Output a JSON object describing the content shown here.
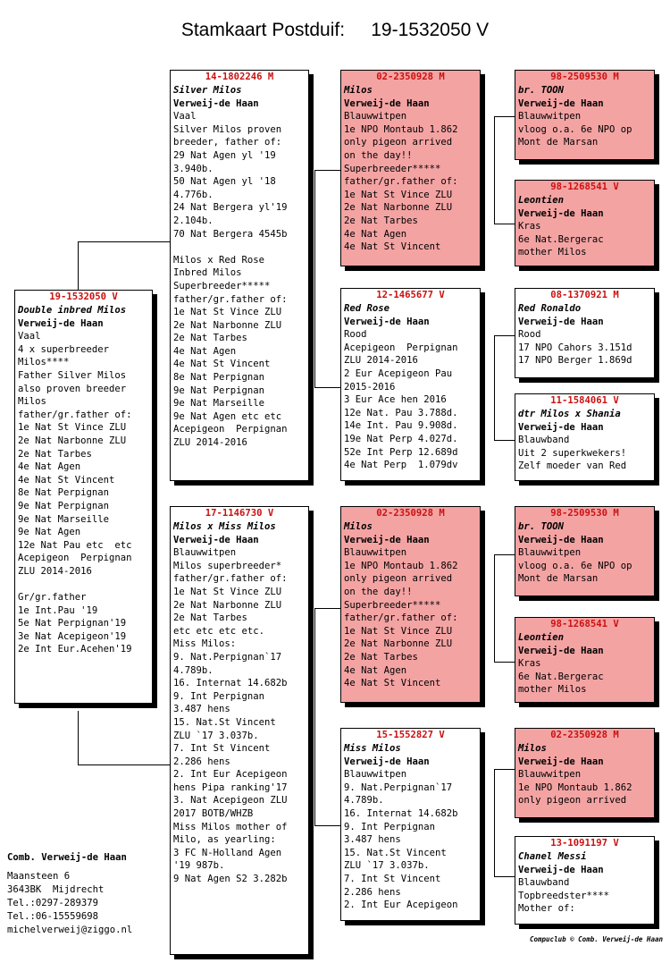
{
  "title": "Stamkaart Postduif:     19-1532050 V",
  "cards": {
    "c0": {
      "ring": "19-1532050 V",
      "name": "Double inbred Milos",
      "breeder": "Verweij-de Haan",
      "pink": false,
      "lines": [
        "Vaal",
        "4 x superbreeder",
        "Milos****",
        "Father Silver Milos",
        "also proven breeder",
        "Milos",
        "father/gr.father of:",
        "1e Nat St Vince ZLU",
        "2e Nat Narbonne ZLU",
        "2e Nat Tarbes",
        "4e Nat Agen",
        "4e Nat St Vincent",
        "8e Nat Perpignan",
        "9e Nat Perpignan",
        "9e Nat Marseille",
        "9e Nat Agen",
        "12e Nat Pau etc  etc",
        "Acepigeon  Perpignan",
        "ZLU 2014-2016",
        "",
        "Gr/gr.father",
        "1e Int.Pau '19",
        "5e Nat Perpignan'19",
        "3e Nat Acepigeon'19",
        "2e Int Eur.Acehen'19"
      ]
    },
    "c1": {
      "ring": "14-1802246 M",
      "name": "Silver Milos",
      "breeder": "Verweij-de Haan",
      "pink": false,
      "lines": [
        "Vaal",
        "Silver Milos proven",
        "breeder, father of:",
        "29 Nat Agen yl '19",
        "3.940b.",
        "50 Nat Agen yl '18",
        "4.776b.",
        "24 Nat Bergera yl'19",
        "2.104b.",
        "70 Nat Bergera 4545b",
        "",
        "Milos x Red Rose",
        "Inbred Milos",
        "Superbreeder*****",
        "father/gr.father of:",
        "1e Nat St Vince ZLU",
        "2e Nat Narbonne ZLU",
        "2e Nat Tarbes",
        "4e Nat Agen",
        "4e Nat St Vincent",
        "8e Nat Perpignan",
        "9e Nat Perpignan",
        "9e Nat Marseille",
        "9e Nat Agen etc etc",
        "Acepigeon  Perpignan",
        "ZLU 2014-2016"
      ]
    },
    "c2": {
      "ring": "17-1146730 V",
      "name": "Milos x Miss Milos",
      "breeder": "Verweij-de Haan",
      "pink": false,
      "lines": [
        "Blauwwitpen",
        "Milos superbreeder*",
        "father/gr.father of:",
        "1e Nat St Vince ZLU",
        "2e Nat Narbonne ZLU",
        "2e Nat Tarbes",
        "etc etc etc etc.",
        "Miss Milos:",
        "9. Nat.Perpignan`17",
        "4.789b.",
        "16. Internat 14.682b",
        "9. Int Perpignan",
        "3.487 hens",
        "15. Nat.St Vincent",
        "ZLU `17 3.037b.",
        "7. Int St Vincent",
        "2.286 hens",
        "2. Int Eur Acepigeon",
        "hens Pipa ranking'17",
        "3. Nat Acepigeon ZLU",
        "2017 BOTB/WHZB",
        "Miss Milos mother of",
        "Milo, as yearling:",
        "3 FC N-Holland Agen",
        "'19 987b.",
        "9 Nat Agen S2 3.282b"
      ]
    },
    "c3": {
      "ring": "02-2350928 M",
      "name": "Milos",
      "breeder": "Verweij-de Haan",
      "pink": true,
      "lines": [
        "Blauwwitpen",
        "1e NPO Montaub 1.862",
        "only pigeon arrived",
        "on the day!!",
        "Superbreeder*****",
        "father/gr.father of:",
        "1e Nat St Vince ZLU",
        "2e Nat Narbonne ZLU",
        "2e Nat Tarbes",
        "4e Nat Agen",
        "4e Nat St Vincent"
      ]
    },
    "c4": {
      "ring": "12-1465677 V",
      "name": "Red Rose",
      "breeder": "Verweij-de Haan",
      "pink": false,
      "lines": [
        "Rood",
        "Acepigeon  Perpignan",
        "ZLU 2014-2016",
        "2 Eur Acepigeon Pau",
        "2015-2016",
        "3 Eur Ace hen 2016",
        "12e Nat. Pau 3.788d.",
        "14e Int. Pau 9.908d.",
        "19e Nat Perp 4.027d.",
        "52e Int Perp 12.689d",
        "4e Nat Perp  1.079dv"
      ]
    },
    "c5": {
      "ring": "02-2350928 M",
      "name": "Milos",
      "breeder": "Verweij-de Haan",
      "pink": true,
      "lines": [
        "Blauwwitpen",
        "1e NPO Montaub 1.862",
        "only pigeon arrived",
        "on the day!!",
        "Superbreeder*****",
        "father/gr.father of:",
        "1e Nat St Vince ZLU",
        "2e Nat Narbonne ZLU",
        "2e Nat Tarbes",
        "4e Nat Agen",
        "4e Nat St Vincent"
      ]
    },
    "c6": {
      "ring": "15-1552827 V",
      "name": "Miss Milos",
      "breeder": "Verweij-de Haan",
      "pink": false,
      "lines": [
        "Blauwwitpen",
        "9. Nat.Perpignan`17",
        "4.789b.",
        "16. Internat 14.682b",
        "9. Int Perpignan",
        "3.487 hens",
        "15. Nat.St Vincent",
        "ZLU `17 3.037b.",
        "7. Int St Vincent",
        "2.286 hens",
        "2. Int Eur Acepigeon"
      ]
    },
    "c7": {
      "ring": "98-2509530 M",
      "name": "br. TOON",
      "breeder": "Verweij-de Haan",
      "pink": true,
      "lines": [
        "Blauwwitpen",
        "vloog o.a. 6e NPO op",
        "Mont de Marsan"
      ]
    },
    "c8": {
      "ring": "98-1268541 V",
      "name": "Leontien",
      "breeder": "Verweij-de Haan",
      "pink": true,
      "lines": [
        "Kras",
        "6e Nat.Bergerac",
        "mother Milos"
      ]
    },
    "c9": {
      "ring": "08-1370921 M",
      "name": "Red Ronaldo",
      "breeder": "Verweij-de Haan",
      "pink": false,
      "lines": [
        "Rood",
        "17 NPO Cahors 3.151d",
        "17 NPO Berger 1.869d"
      ]
    },
    "c10": {
      "ring": "11-1584061 V",
      "name": "dtr Milos x Shania",
      "breeder": "Verweij-de Haan",
      "pink": false,
      "lines": [
        "Blauwband",
        "Uit 2 superkwekers!",
        "Zelf moeder van Red"
      ]
    },
    "c11": {
      "ring": "98-2509530 M",
      "name": "br. TOON",
      "breeder": "Verweij-de Haan",
      "pink": true,
      "lines": [
        "Blauwwitpen",
        "vloog o.a. 6e NPO op",
        "Mont de Marsan"
      ]
    },
    "c12": {
      "ring": "98-1268541 V",
      "name": "Leontien",
      "breeder": "Verweij-de Haan",
      "pink": true,
      "lines": [
        "Kras",
        "6e Nat.Bergerac",
        "mother Milos"
      ]
    },
    "c13": {
      "ring": "02-2350928 M",
      "name": "Milos",
      "breeder": "Verweij-de Haan",
      "pink": true,
      "lines": [
        "Blauwwitpen",
        "1e NPO Montaub 1.862",
        "only pigeon arrived"
      ]
    },
    "c14": {
      "ring": "13-1091197 V",
      "name": "Chanel Messi",
      "breeder": "Verweij-de Haan",
      "pink": false,
      "lines": [
        "Blauwband",
        "Topbreedster****",
        "Mother of:"
      ]
    }
  },
  "owner": {
    "name": "Comb. Verweij-de Haan",
    "lines": [
      "Maansteen 6",
      "3643BK  Mijdrecht",
      "Tel.:0297-289379",
      "Tel.:06-15559698",
      "michelverweij@ziggo.nl"
    ]
  },
  "footer": "Compuclub © Comb. Verweij-de Haan"
}
